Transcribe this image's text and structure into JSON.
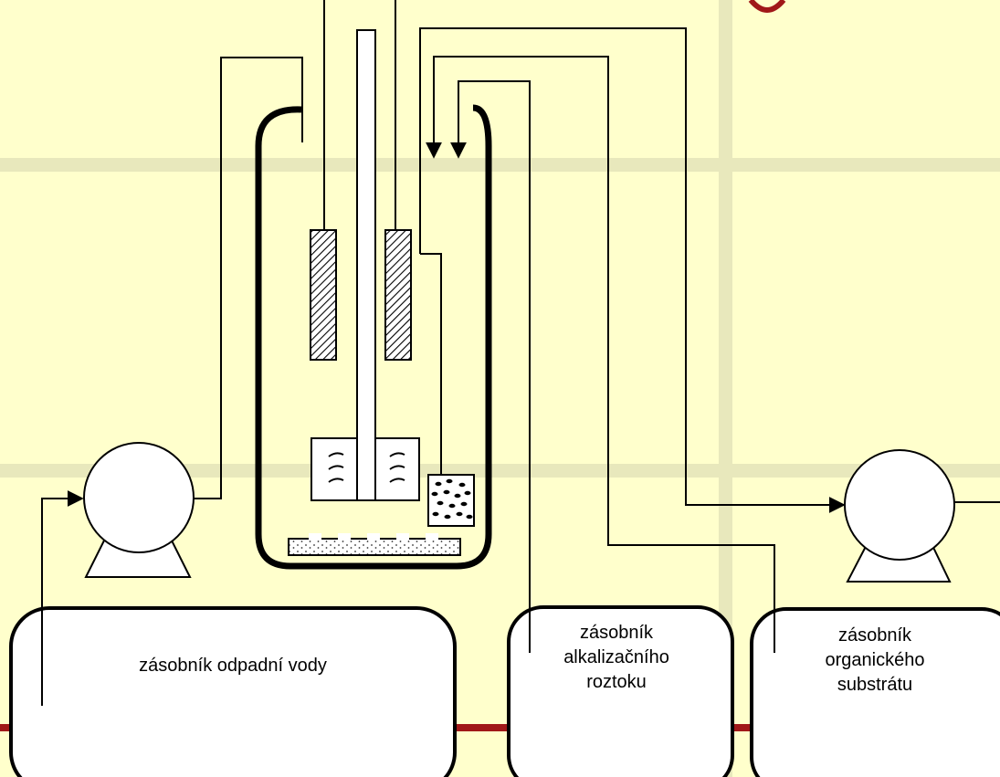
{
  "diagram": {
    "tank_waste_water": "zásobník odpadní vody",
    "tank_alkaline": [
      "zásobník",
      "alkalizačního",
      "roztoku"
    ],
    "tank_organic": [
      "zásobník",
      "organického",
      "substrátu"
    ]
  },
  "colors": {
    "background": "#ffffcc",
    "grid_band": "#e6e6b8",
    "red_line": "#a01818",
    "line": "#000000",
    "fill": "#ffffff"
  }
}
